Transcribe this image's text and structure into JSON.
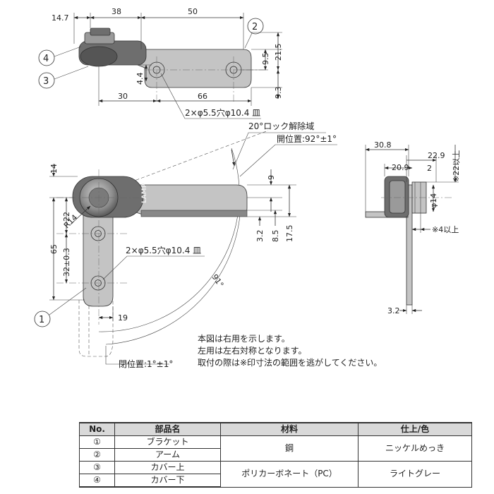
{
  "top_view": {
    "dims": {
      "d_14_7": "14.7",
      "d_38": "38",
      "d_50": "50",
      "d_21_5": "21.5",
      "d_9_5": "9.5",
      "d_4_4": "4.4",
      "d_9_3": "9.3",
      "d_30": "30",
      "d_66": "66"
    },
    "hole_note": "2×φ5.5穴φ10.4 皿"
  },
  "main_view": {
    "dims": {
      "d_14": "14",
      "d_22": "22",
      "d_65": "65",
      "d_32": "32±0.3",
      "d_r14": "R14",
      "d_9": "9",
      "d_3_2": "3.2",
      "d_8_5": "8.5",
      "d_17_5": "17.5",
      "d_19": "19",
      "d_91": "91°"
    },
    "hole_note": "2×φ5.5穴φ10.4 皿",
    "lock_release": "20°ロック解除域",
    "open_position": "開位置:92°±1°",
    "closed_position": "閉位置:1°±1°",
    "logo": "LAMP"
  },
  "side_view": {
    "dims": {
      "d_30_8": "30.8",
      "d_22_9": "22.9",
      "d_20_9": "20.9",
      "d_2": "2",
      "d_22up": "※22以上",
      "d_phi14": "φ14",
      "d_4up": "※4以上",
      "d_3_2": "3.2"
    }
  },
  "balloons": [
    "1",
    "2",
    "3",
    "4"
  ],
  "notes": [
    "本図は右用を示します。",
    "左用は左右対称となります。",
    "取付の際は※印寸法の範囲を逃がしてください。"
  ],
  "table": {
    "headers": [
      "No.",
      "部品名",
      "材料",
      "仕上/色"
    ],
    "rows": [
      {
        "no": "①",
        "name": "ブラケット"
      },
      {
        "no": "②",
        "name": "アーム"
      },
      {
        "no": "③",
        "name": "カバー上"
      },
      {
        "no": "④",
        "name": "カバー下"
      }
    ],
    "material_steel": "鋼",
    "material_pc": "ポリカーボネート（PC）",
    "finish_nickel": "ニッケルめっき",
    "finish_lightgray": "ライトグレー"
  }
}
